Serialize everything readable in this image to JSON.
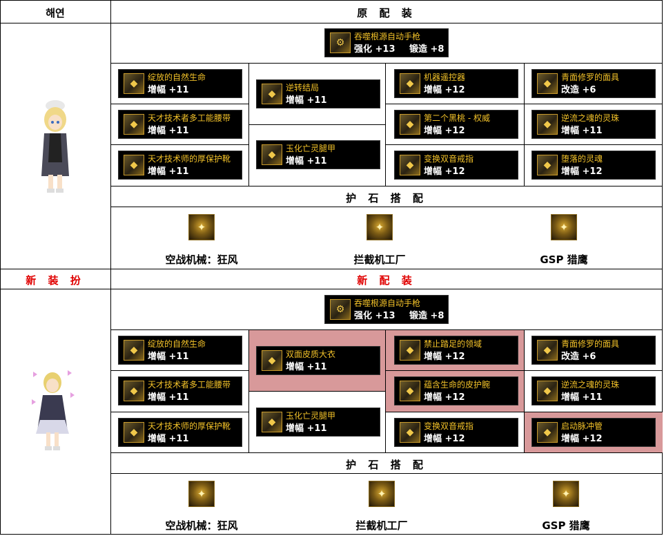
{
  "section1": {
    "left_header": "해연",
    "main_header": "原 配 装",
    "weapon": {
      "name": "吞噬根源自动手枪",
      "level": "强化 +13",
      "forge": "锻造 +8",
      "icon": "pistol-icon"
    },
    "col1": [
      {
        "name": "绽放的自然生命",
        "level": "增幅 +11",
        "icon": "armor-top-icon"
      },
      {
        "name": "天才技术者多工能腰带",
        "level": "增幅 +11",
        "icon": "belt-icon"
      },
      {
        "name": "天才技术师的厚保护靴",
        "level": "增幅 +11",
        "icon": "boots-icon"
      }
    ],
    "col2": [
      {
        "name": "逆转结局",
        "level": "增幅 +11",
        "icon": "shoulder-icon"
      },
      {
        "name": "玉化亡灵腿甲",
        "level": "增幅 +11",
        "icon": "pants-icon"
      }
    ],
    "col3": [
      {
        "name": "机器遥控器",
        "level": "增幅 +12",
        "icon": "bracelet-icon"
      },
      {
        "name": "第二个黑桃 - 权威",
        "level": "增幅 +12",
        "icon": "necklace-icon"
      },
      {
        "name": "变换双音戒指",
        "level": "增幅 +12",
        "icon": "ring-icon"
      }
    ],
    "col4": [
      {
        "name": "青面修罗的面具",
        "level": "改造 +6",
        "icon": "mask-icon"
      },
      {
        "name": "逆流之魂的灵珠",
        "level": "增幅 +11",
        "icon": "orb-icon"
      },
      {
        "name": "堕落的灵魂",
        "level": "增幅 +12",
        "icon": "soul-icon"
      }
    ],
    "stone_header": "护 石 搭 配",
    "stones": [
      {
        "name": "空战机械：狂风",
        "icon": "mech-stone-icon"
      },
      {
        "name": "拦截机工厂",
        "icon": "factory-stone-icon"
      },
      {
        "name": "GSP 猎鹰",
        "icon": "gsp-stone-icon"
      }
    ]
  },
  "section2": {
    "left_header": "新 装 扮",
    "main_header": "新 配 装",
    "weapon": {
      "name": "吞噬根源自动手枪",
      "level": "强化 +13",
      "forge": "锻造 +8",
      "icon": "pistol-icon"
    },
    "col1": [
      {
        "name": "绽放的自然生命",
        "level": "增幅 +11",
        "icon": "armor-top-icon"
      },
      {
        "name": "天才技术者多工能腰带",
        "level": "增幅 +11",
        "icon": "belt-icon"
      },
      {
        "name": "天才技术师的厚保护靴",
        "level": "增幅 +11",
        "icon": "boots-icon"
      }
    ],
    "col2": [
      {
        "name": "双面皮质大衣",
        "level": "增幅 +11",
        "icon": "coat-icon"
      },
      {
        "name": "玉化亡灵腿甲",
        "level": "增幅 +11",
        "icon": "pants-icon"
      }
    ],
    "col3": [
      {
        "name": "禁止踏足的领域",
        "level": "增幅 +12",
        "icon": "bracelet-icon"
      },
      {
        "name": "蕴含生命的皮护腕",
        "level": "增幅 +12",
        "icon": "wristguard-icon"
      },
      {
        "name": "变换双音戒指",
        "level": "增幅 +12",
        "icon": "ring-icon"
      }
    ],
    "col4": [
      {
        "name": "青面修罗的面具",
        "level": "改造 +6",
        "icon": "mask-icon"
      },
      {
        "name": "逆流之魂的灵珠",
        "level": "增幅 +11",
        "icon": "orb-icon"
      },
      {
        "name": "启动脉冲管",
        "level": "增幅 +12",
        "icon": "pulse-tube-icon"
      }
    ],
    "stone_header": "护 石 搭 配",
    "stones": [
      {
        "name": "空战机械：狂风",
        "icon": "mech-stone-icon"
      },
      {
        "name": "拦截机工厂",
        "icon": "factory-stone-icon"
      },
      {
        "name": "GSP 猎鹰",
        "icon": "gsp-stone-icon"
      }
    ]
  },
  "colors": {
    "highlight": "#d8999a",
    "item_name": "#f3c229",
    "red_header": "#e00000"
  }
}
